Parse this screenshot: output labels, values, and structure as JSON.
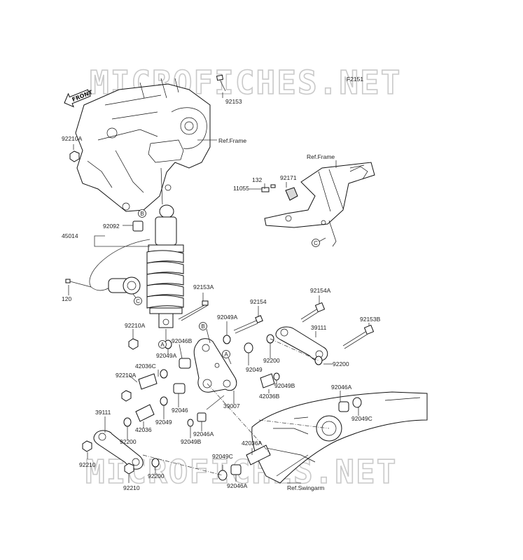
{
  "diagram_code": "F2151",
  "watermark": "MICROFICHES.NET",
  "front_label": "FRONT",
  "ref_frame_1": "Ref.Frame",
  "ref_frame_2": "Ref.Frame",
  "ref_swingarm": "Ref.Swingarm",
  "callouts": {
    "A": "A",
    "B": "B",
    "C": "C"
  },
  "part_labels": [
    "92153",
    "92210A",
    "45014",
    "92092",
    "120",
    "92153A",
    "92210A",
    "92049A",
    "92046B",
    "92049A",
    "92154",
    "92154A",
    "39111",
    "92153B",
    "92200",
    "92200",
    "42036C",
    "92049",
    "92049B",
    "42036B",
    "92210A",
    "39007",
    "92046",
    "92049",
    "42036",
    "92046A",
    "92049B",
    "39111",
    "92200",
    "92210",
    "92210",
    "92200",
    "92049C",
    "92046A",
    "42036A",
    "92046A",
    "92049C",
    "132",
    "92171",
    "11055"
  ]
}
